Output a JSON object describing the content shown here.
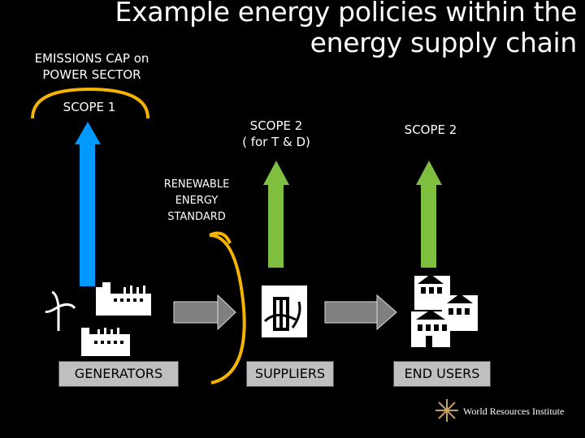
{
  "title": {
    "line1": "Example energy policies within the",
    "line2": "energy supply chain"
  },
  "emissions_cap": {
    "line1": "EMISSIONS CAP on",
    "line2": "POWER SECTOR"
  },
  "scopes": {
    "scope1": "SCOPE 1",
    "scope2_td": {
      "line1": "SCOPE 2",
      "line2": "( for T & D)"
    },
    "scope2": "SCOPE 2"
  },
  "renewable_standard": {
    "line1": "RENEWABLE",
    "line2": "ENERGY",
    "line3": "STANDARD"
  },
  "nodes": {
    "generators": "GENERATORS",
    "suppliers": "SUPPLIERS",
    "end_users": "END USERS"
  },
  "credit": "World Resources Institute",
  "colors": {
    "scope1_arrow": "#0099ff",
    "scope2_arrow": "#7fbf3f",
    "bracket": "#f5b400",
    "flow_arrow": "#7f7f7f",
    "box_fill": "#bfbfbf"
  },
  "icons": [
    "wind-turbine-icon",
    "power-plant-icon",
    "factory-icon",
    "supplier-building-icon",
    "houses-icon",
    "wri-logo-icon"
  ]
}
